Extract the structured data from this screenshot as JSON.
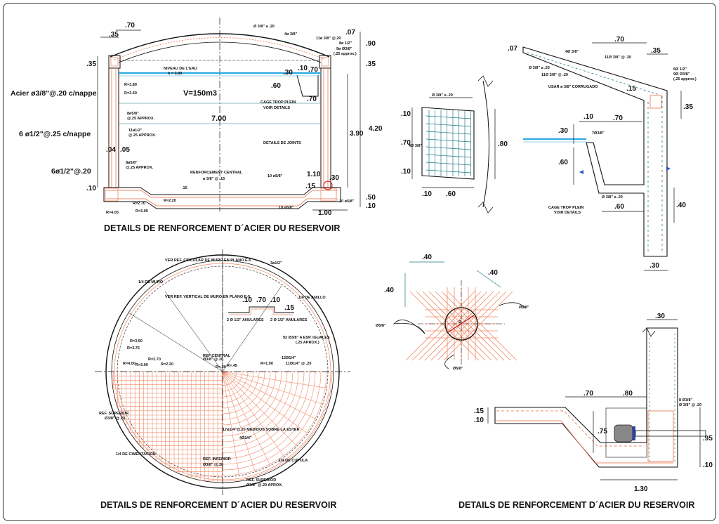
{
  "captions": {
    "top_left": "DETAILS DE RENFORCEMENT D´ACIER DU RESERVOIR",
    "bottom_left": "DETAILS DE RENFORCEMENT D´ACIER DU RESERVOIR",
    "bottom_right": "DETAILS DE RENFORCEMENT D´ACIER DU RESERVOIR"
  },
  "section": {
    "left_notes": [
      "Acier ø3/8\"@.20 c/nappe",
      "6 ø1/2\"@.25 c/nappe",
      "6ø1/2\"@.20"
    ],
    "volume": "V=150m3",
    "width": "7.00",
    "water_level": "NIVEAU DE L'EAU",
    "water_h": "h = 3.90",
    "cage": "CAGE TROP PLEIN",
    "cage2": "VOIR DETAILS",
    "joints": "DETAILS DE JOINTS",
    "renf_central": "RENFORCEMENT CENTRAL",
    "renf_bar": "ø 3/8\" @ .15",
    "bars_a": "8ø5/8\"",
    "approx": "@.25 APPROX.",
    "bars_b": "11ø1/2\"",
    "approx2": "@.25 APPROX.",
    "bars_c": "8ø5/8\"",
    "approx3": "@.25 APPROX.",
    "bars_d": "10 ø5/8\"",
    "bars_e": "10 ø5/8\"",
    "bars_f": "10 ø5/8\"",
    "bars_g": "11ø 3/8\" @.20",
    "bars_h": "4ø 3/8\"",
    "bars_i": "Ø 3/8\" a .20",
    "bars_j": "8ø 1/2\"",
    "bars_k": "9ø Ø3/8\"",
    "bars_l": "(.25 approx.)",
    "r1": "R=3.80",
    "r2": "R=3.50",
    "r3": "R=2.70",
    "r4": "R=2.20",
    "r5": "R=4.05",
    "r6": "R=3.05",
    "dims": [
      ".70",
      ".35",
      ".07",
      ".90",
      ".35",
      "4.20",
      "3.90",
      ".50",
      ".10",
      "1.00",
      ".30",
      ".10",
      ".70",
      ".60",
      ".70",
      "1.10",
      ".30",
      ".15",
      ".04",
      ".05",
      ".10",
      ".15",
      ".35"
    ]
  },
  "mesh_detail": {
    "top": "Ø 3/8\" a .20",
    "side": "4Ø 3/8\"",
    "dims": [
      ".10",
      ".70",
      ".10",
      ".80",
      ".10",
      ".60"
    ]
  },
  "overflow_detail": {
    "dims": [
      ".07",
      ".70",
      ".35",
      ".15",
      ".35",
      ".10",
      ".70",
      ".30",
      ".60",
      ".60",
      ".40",
      ".30"
    ],
    "notes": [
      "4Ø 3/8\"",
      "11Ø 3/8\" @ .20",
      "Ø 3/8\" a .20",
      "11Ø 3/8\" @ .20",
      "6Ø 1/2\"",
      "9Ø  Ø3/8\"",
      "(.25 approx.)",
      "USAR ø 3/8\" CORRUGADO",
      "7Ø3/8\"",
      "Ø 3/8\" a .20",
      "CAGE TROP PLEIN",
      "VOIR DETAILS"
    ]
  },
  "plan": {
    "notes": [
      "VER REF. CIRCULAR DE MURO EN PLANO E-5",
      "3ø1/2\"",
      "1/4 DE MURO",
      "VER REF. VERTICAL DE MURO EN PLANO E-5",
      "1/4 DE ANILLO",
      "2 Ø 1/2\" ANULARES",
      "2 Ø 1/2\" ANULARES",
      "92  Ø3/8\" A ESP. IGUALES",
      "(.25 APROX.)",
      "REF CENTRAL",
      "Ø3/8\" @.20",
      "11Ø1/4\" @ .20",
      "REF. SUPERIOR",
      "Ø3/8\" @.20",
      "12Ø1/4\"",
      "REF. INFERIOR",
      "Ø3/8\" @.20",
      "1/4 DE CUPULA",
      "REF. SUPERIOR",
      "Ø3/8\" @.20 APROX.",
      "1/4 DE CIMENTACION",
      "17ø1/4\"@.20 MEDIDOS SOBRE LA ESTER",
      "4Ø1/4\""
    ],
    "radii": [
      "R=3.50",
      "R=3.75",
      "R=2.70",
      "R=4.00",
      "R=3.00",
      "R=2.20",
      "R=.45",
      "R=.20",
      "R=1.00"
    ],
    "dims": [
      ".10",
      ".70",
      ".10",
      ".15"
    ]
  },
  "opening_detail": {
    "dims": [
      ".40",
      ".40",
      ".40"
    ],
    "notes": [
      "Ø5/8\"",
      "Ø5/8\"",
      "Ø5/8\"",
      "Ø"
    ]
  },
  "joint_detail": {
    "dims": [
      ".30",
      ".70",
      ".80",
      ".15",
      ".10",
      ".75",
      ".95",
      ".10",
      "1.30"
    ],
    "notes": [
      "8 Ø3/8\"",
      "Ø 3/8\" @ .20"
    ]
  }
}
